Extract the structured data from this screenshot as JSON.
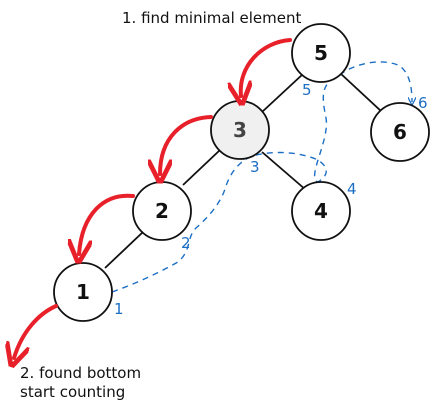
{
  "annotations": {
    "top": "1. find minimal element",
    "bottom_line1": "2. found bottom",
    "bottom_line2": "start counting"
  },
  "nodes": {
    "n5": "5",
    "n3": "3",
    "n6": "6",
    "n2": "2",
    "n4": "4",
    "n1": "1"
  },
  "counts": {
    "c1": "1",
    "c2": "2",
    "c3": "3",
    "c4": "4",
    "c5": "5",
    "c6": "6"
  },
  "colors": {
    "red_arrow": "#e8202a",
    "blue_path": "#1b6fc4",
    "highlight_node_fill": "#f0f0f0",
    "node_fill": "#ffffff",
    "edge": "#111111"
  }
}
